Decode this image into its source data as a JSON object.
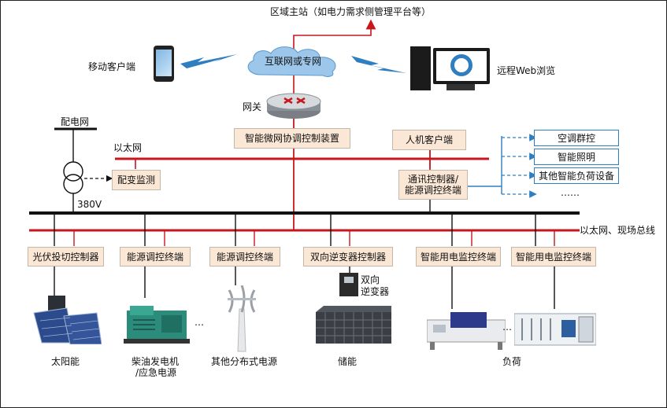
{
  "top": {
    "regional_station": "区域主站（如电力需求侧管理平台等）",
    "cloud": "互联网或专网",
    "gateway": "网关",
    "mobile_client": "移动客户端",
    "remote_web": "远程Web浏览"
  },
  "grid": {
    "distribution_network": "配电网",
    "ethernet": "以太网",
    "voltage": "380V",
    "transformer_monitor": "配变监测",
    "fieldbus": "以太网、现场总线"
  },
  "controllers": {
    "microgrid": "智能微网协调控制装置",
    "hmi": "人机客户端",
    "comm_line1": "通讯控制器/",
    "comm_line2": "能源调控终端"
  },
  "loads": {
    "ac": "空调群控",
    "lighting": "智能照明",
    "other": "其他智能负荷设备",
    "more": "……"
  },
  "terminals": [
    {
      "label": "光伏投切控制器",
      "caption": "太阳能"
    },
    {
      "label": "能源调控终端",
      "caption_line1": "柴油发电机",
      "caption_line2": "/应急电源"
    },
    {
      "label": "能源调控终端",
      "caption": "其他分布式电源"
    },
    {
      "label": "双向逆变器控制器",
      "caption": "储能"
    },
    {
      "label": "智能用电监控终端"
    },
    {
      "label": "智能用电监控终端"
    }
  ],
  "load_caption": "负荷",
  "inverter_line1": "双向",
  "inverter_line2": "逆变器",
  "ellipsis": "…",
  "colors": {
    "red": "#c8161d",
    "black": "#111111",
    "blue": "#2e7ec0",
    "box_fill": "#fbe7d6"
  }
}
